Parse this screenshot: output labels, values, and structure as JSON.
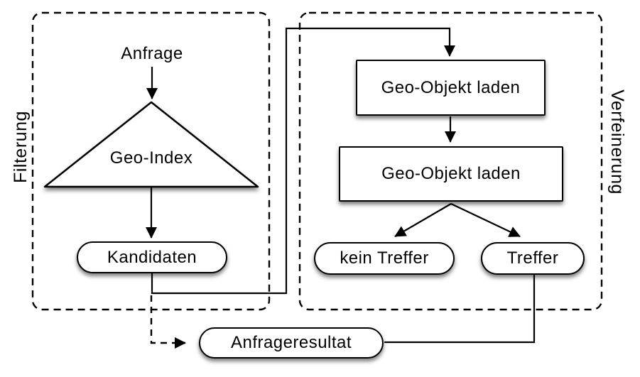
{
  "colors": {
    "stroke": "#000000",
    "node_fill": "#ffffff",
    "background": "#ffffff",
    "shadow": "rgba(0,0,0,0.5)"
  },
  "filtering_group": {
    "label": "Filterung",
    "query": "Anfrage",
    "index": "Geo-Index",
    "candidates": "Kandidaten"
  },
  "refinement_group": {
    "label": "Verfeinerung",
    "load_object_1": "Geo-Objekt laden",
    "load_object_2": "Geo-Objekt laden",
    "no_hit": "kein Treffer",
    "hit": "Treffer"
  },
  "result": {
    "label": "Anfrageresultat"
  }
}
